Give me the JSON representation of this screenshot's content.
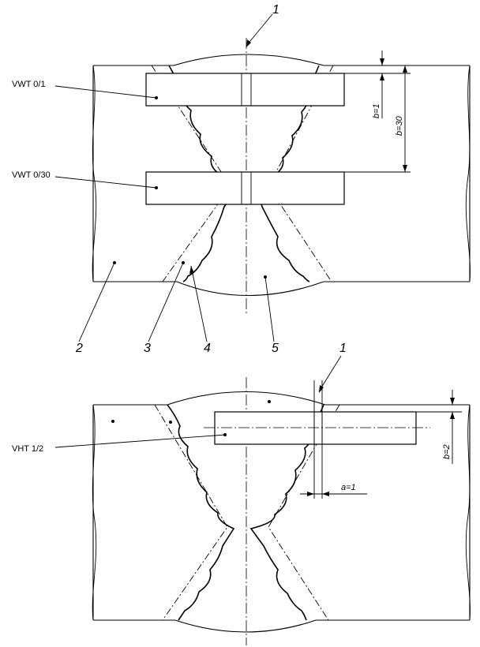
{
  "specimen_labels": {
    "vwt_0_1": "VWT 0/1",
    "vwt_0_30": "VWT 0/30",
    "vht_1_2": "VHT 1/2"
  },
  "callout_numbers": {
    "top_1": "1",
    "bottom_1": "1",
    "n2": "2",
    "n3": "3",
    "n4": "4",
    "n5": "5"
  },
  "dimensions": {
    "b1": "b=1",
    "b30": "b=30",
    "b2": "b=2",
    "a1": "a=1"
  }
}
